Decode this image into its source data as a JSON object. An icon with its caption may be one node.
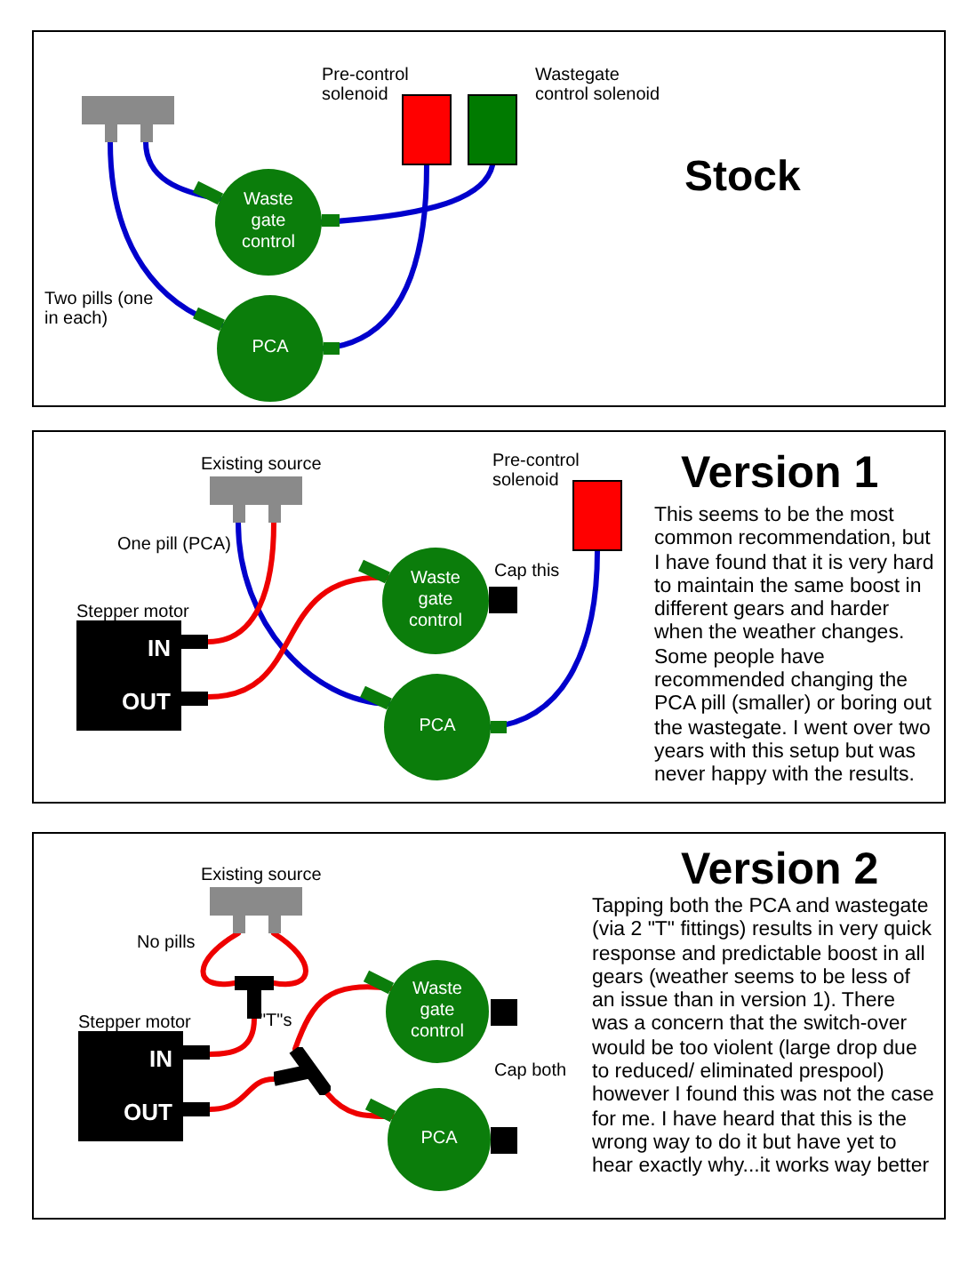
{
  "diagram": {
    "nodes": [
      {
        "text": [
          "Stock"
        ]
      },
      {
        "text": [],
        "shape": "box",
        "in": 0
      },
      {
        "text": [
          "Pre-control solenoid"
        ],
        "in": 0
      },
      {
        "text": [
          "Wastegate control solenoid"
        ],
        "in": 0
      },
      {
        "text": [
          "Waste gate control"
        ],
        "in": 0
      },
      {
        "text": [
          "PCA"
        ],
        "in": 0
      },
      {
        "text": [
          "Version 1",
          "This seems to be the most common recommendation, but I have found that it is very hard to maintain the same boost in different gears and harder when the weather changes. Some people have recommended changing the PCA pill (smaller) or boring out the wastegate.  I went over two years with this setup but was never happy with the results."
        ]
      },
      {
        "text": [
          "Existing source"
        ],
        "in": 6
      },
      {
        "text": [
          "Pre-control solenoid"
        ],
        "in": 6
      },
      {
        "text": [
          "Stepper motor",
          "IN",
          "OUT"
        ],
        "in": 6
      },
      {
        "text": [
          "Waste gate control"
        ],
        "in": 6
      },
      {
        "text": [
          "Cap this"
        ],
        "in": 6
      },
      {
        "text": [
          "PCA"
        ],
        "in": 6
      },
      {
        "text": [
          "Version 2",
          "Tapping both the PCA and wastegate (via 2 \"T\" fittings) results in very quick response and predictable boost in all gears (weather seems to be less of an issue than in version 1).  There was a concern that the switch-over would be too violent (large drop due to reduced/ eliminated prespool) however I found this was not the case for me.  I have heard that this is the wrong way to do it but have yet to hear exactly why...it works way better"
        ]
      },
      {
        "text": [
          "Existing source"
        ],
        "in": 13
      },
      {
        "text": [],
        "shape": "tee",
        "in": 13
      },
      {
        "text": [
          "Stepper motor",
          "IN",
          "OUT"
        ],
        "in": 13
      },
      {
        "text": [],
        "shape": "tee",
        "in": 13
      },
      {
        "text": [
          "Waste gate control"
        ],
        "in": 13
      },
      {
        "text": [],
        "shape": "box",
        "in": 13
      },
      {
        "text": [
          "PCA"
        ],
        "in": 13
      },
      {
        "text": [],
        "shape": "box",
        "in": 13
      }
    ],
    "edges": [
      {
        "from": 1,
        "to": 5,
        "arrow": "none",
        "color": "#0000cc"
      },
      {
        "from": 1,
        "to": 4,
        "arrow": "none",
        "color": "#0000cc"
      },
      {
        "from": 4,
        "to": 3,
        "arrow": "none",
        "color": "#0000cc"
      },
      {
        "from": 5,
        "to": 2,
        "arrow": "none",
        "color": "#0000cc"
      },
      {
        "from": 7,
        "to": 12,
        "arrow": "none",
        "color": "#0000cc"
      },
      {
        "from": 7,
        "to": 9,
        "arrow": "none"
      },
      {
        "from": 9,
        "to": 10,
        "arrow": "none"
      },
      {
        "from": 12,
        "to": 8,
        "arrow": "none",
        "color": "#0000cc"
      },
      {
        "from": 14,
        "to": 15,
        "arrow": "none"
      },
      {
        "from": 14,
        "to": 15,
        "arrow": "none"
      },
      {
        "from": 15,
        "to": 16,
        "arrow": "none"
      },
      {
        "from": 16,
        "to": 17,
        "arrow": "none"
      },
      {
        "from": 17,
        "to": 18,
        "arrow": "none"
      },
      {
        "from": 17,
        "to": 20,
        "arrow": "none"
      }
    ],
    "labels": [
      "Two pills (one in each)",
      "One pill (PCA)",
      "No pills",
      "\"T\"s",
      "Cap both"
    ]
  }
}
